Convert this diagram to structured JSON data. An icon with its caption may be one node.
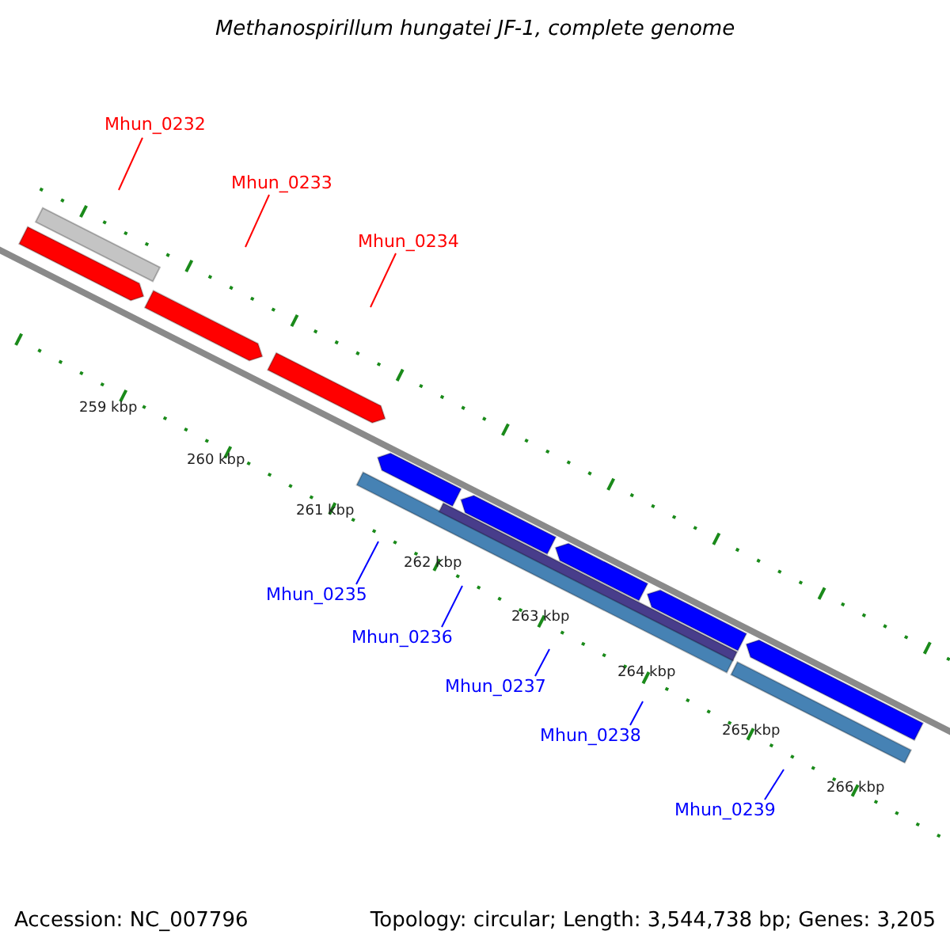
{
  "diagram": {
    "title": "Methanospirillum hungatei JF-1, complete genome",
    "nodes": [
      {
        "text": [
          "Mhun_0232"
        ]
      },
      {
        "text": [
          "Mhun_0233"
        ]
      },
      {
        "text": [
          "Mhun_0234"
        ]
      },
      {
        "text": [
          "Mhun_0235"
        ]
      },
      {
        "text": [
          "Mhun_0236"
        ]
      },
      {
        "text": [
          "Mhun_0237"
        ]
      },
      {
        "text": [
          "Mhun_0238"
        ]
      },
      {
        "text": [
          "Mhun_0239"
        ]
      }
    ],
    "edges": [
      {
        "from": 0,
        "to": null,
        "arrow": "none",
        "color": "#ff0000"
      },
      {
        "from": 1,
        "to": null,
        "arrow": "none",
        "color": "#ff0000"
      },
      {
        "from": 2,
        "to": null,
        "arrow": "none",
        "color": "#ff0000"
      },
      {
        "from": 3,
        "to": null,
        "arrow": "none"
      },
      {
        "from": 4,
        "to": null,
        "arrow": "none"
      },
      {
        "from": 5,
        "to": null,
        "arrow": "none"
      },
      {
        "from": 6,
        "to": null,
        "arrow": "none"
      },
      {
        "from": 7,
        "to": null,
        "arrow": "none"
      }
    ],
    "labels": [
      "259 kbp",
      "260 kbp",
      "261 kbp",
      "262 kbp",
      "263 kbp",
      "264 kbp",
      "265 kbp",
      "266 kbp",
      "Accession: NC_007796",
      "Topology: circular; Length: 3,544,738 bp; Genes: 3,205"
    ]
  }
}
